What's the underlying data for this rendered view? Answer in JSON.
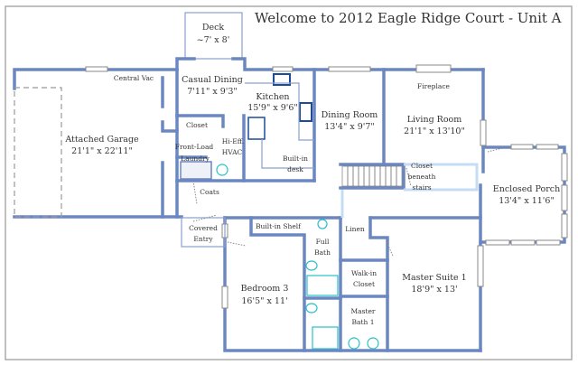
{
  "title": "Welcome to 2012 Eagle Ridge Court - Unit A",
  "rooms": {
    "deck": {
      "name": "Deck",
      "size": "~7' x 8'"
    },
    "casual_dining": {
      "name": "Casual Dining",
      "size": "7'11\" x 9'3\""
    },
    "kitchen": {
      "name": "Kitchen",
      "size": "15'9\" x 9'6\""
    },
    "dining_room": {
      "name": "Dining Room",
      "size": "13'4\" x 9'7\""
    },
    "living_room": {
      "name": "Living Room",
      "size": "21'1\" x 13'10\""
    },
    "garage": {
      "name": "Attached Garage",
      "size": "21'1\" x 22'11\""
    },
    "enclosed_porch": {
      "name": "Enclosed Porch",
      "size": "13'4\" x 11'6\""
    },
    "bedroom3": {
      "name": "Bedroom 3",
      "size": "16'5\" x 11'"
    },
    "master_suite": {
      "name": "Master Suite 1",
      "size": "18'9\" x 13'"
    }
  },
  "labels": {
    "central_vac": "Central Vac",
    "fireplace": "Fireplace",
    "closet": "Closet",
    "hi_eff": "Hi-Eff.",
    "hvac": "HVAC",
    "front_load": "Front-Load",
    "laundry": "Laundry",
    "built_in": "Built-in",
    "desk": "desk",
    "closet_beneath": "Closet",
    "beneath": "beneath",
    "stairs": "stairs",
    "coats": "Coats",
    "covered": "Covered",
    "entry": "Entry",
    "built_in_shelf": "Built-in Shelf",
    "linen": "Linen",
    "full": "Full",
    "bath": "Bath",
    "walk_in": "Walk-in",
    "walk_closet": "Closet",
    "master": "Master",
    "bath1": "Bath 1"
  }
}
